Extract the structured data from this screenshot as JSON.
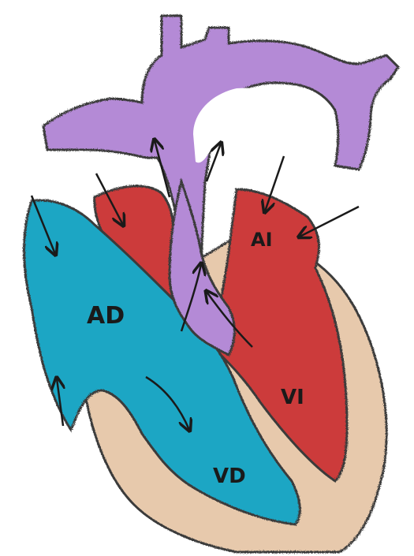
{
  "labels": {
    "right_atrium": "AD",
    "left_atrium": "AI",
    "left_ventricle": "VI",
    "right_ventricle": "VD"
  },
  "colors": {
    "right_side_blue": "#1fa6c4",
    "left_side_red": "#cc3a3a",
    "great_vessels_purple": "#b48ad6",
    "muscle_tan": "#e7c9ac",
    "outline": "#3a3a3a",
    "arrow": "#1a1a1a"
  }
}
